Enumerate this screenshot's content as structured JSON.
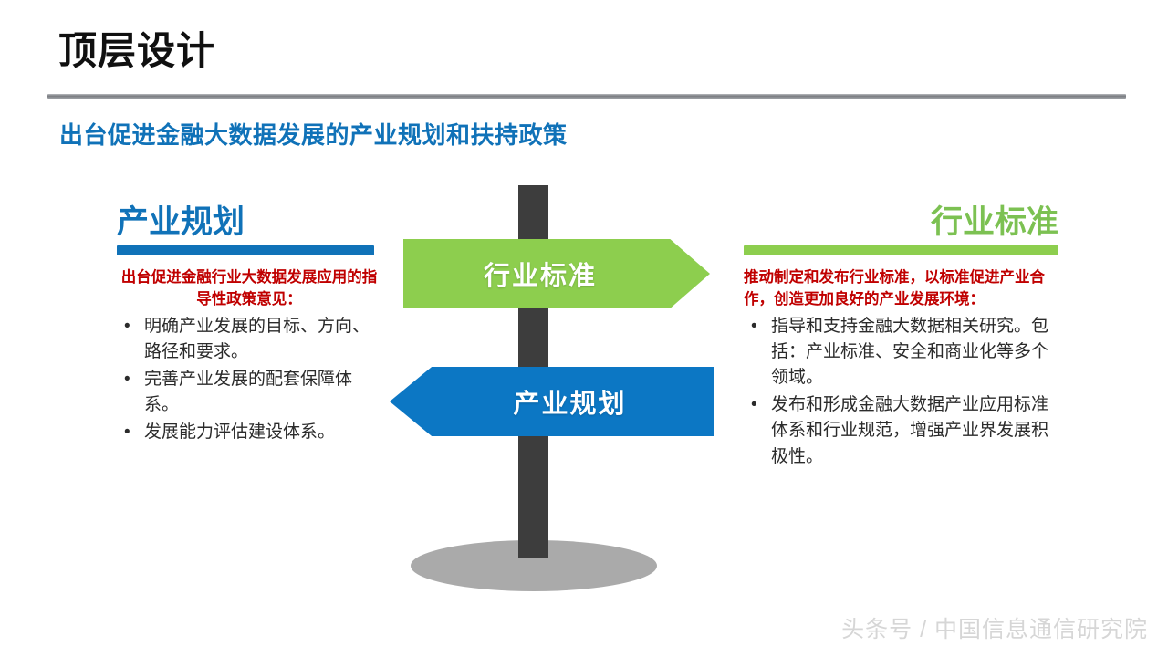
{
  "slide": {
    "title": "顶层设计",
    "subtitle": "出台促进金融大数据发展的产业规划和扶持政策",
    "watermark": "头条号 / 中国信息通信研究院"
  },
  "colors": {
    "blue": "#0c77c4",
    "blue_heading": "#1072b8",
    "green": "#8dce4e",
    "green_heading": "#7cc152",
    "red_lead": "#c00000",
    "post": "#3d3d3d",
    "post_base": "#aaaaaa",
    "divider": "#7a7d82"
  },
  "signpost": {
    "green_sign": {
      "label": "行业标准",
      "direction": "right",
      "color": "#8dce4e"
    },
    "blue_sign": {
      "label": "产业规划",
      "direction": "left",
      "color": "#0c77c4"
    }
  },
  "left_column": {
    "heading": "产业规划",
    "lead": "出台促进金融行业大数据发展应用的指导性政策意见：",
    "bullet_marker": "•",
    "bullets": [
      "明确产业发展的目标、方向、路径和要求。",
      "完善产业发展的配套保障体系。",
      "发展能力评估建设体系。"
    ]
  },
  "right_column": {
    "heading": "行业标准",
    "lead": "推动制定和发布行业标准，以标准促进产业合作，创造更加良好的产业发展环境：",
    "bullet_marker": "•",
    "bullets": [
      "指导和支持金融大数据相关研究。包括：产业标准、安全和商业化等多个领域。",
      "发布和形成金融大数据产业应用标准体系和行业规范，增强产业界发展积极性。"
    ]
  }
}
